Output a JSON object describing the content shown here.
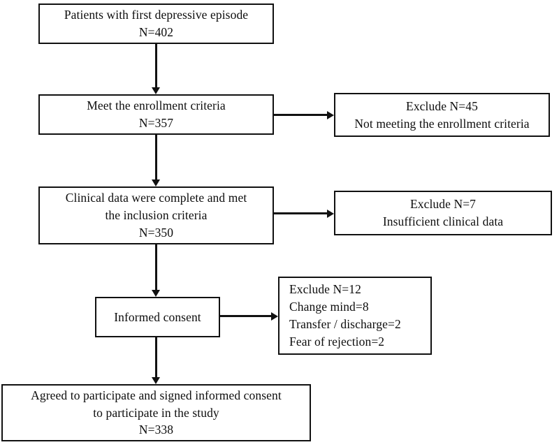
{
  "figure": {
    "type": "flowchart",
    "orientation": "top-to-bottom",
    "colors": {
      "box_border": "#111111",
      "box_fill": "#ffffff",
      "connector": "#111111",
      "text": "#0d0d0d"
    },
    "nodes": [
      {
        "id": "enrolled-total",
        "align": "center",
        "lines": [
          "Patients with first depressive episode",
          "N=402"
        ]
      },
      {
        "id": "meets-enrollment-criteria",
        "align": "center",
        "lines": [
          "Meet the enrollment criteria",
          "N=357"
        ]
      },
      {
        "id": "excluded-enrollment-criteria",
        "align": "center",
        "lines": [
          "Exclude N=45",
          "Not meeting the enrollment criteria"
        ]
      },
      {
        "id": "clinical-data-complete",
        "align": "center",
        "lines": [
          "Clinical data were complete and met",
          "the inclusion criteria",
          "N=350"
        ]
      },
      {
        "id": "excluded-insufficient-data",
        "align": "center",
        "lines": [
          "Exclude N=7",
          "Insufficient clinical data"
        ]
      },
      {
        "id": "informed-consent",
        "align": "center",
        "lines": [
          "Informed consent"
        ]
      },
      {
        "id": "excluded-consent-reasons",
        "align": "left",
        "lines": [
          "Exclude N=12",
          "Change mind=8",
          "Transfer / discharge=2",
          "Fear of rejection=2"
        ]
      },
      {
        "id": "final-cohort",
        "align": "center",
        "lines": [
          "Agreed to participate and signed informed consent",
          "to participate in the study",
          "N=338"
        ]
      }
    ],
    "edges": [
      {
        "from": "enrolled-total",
        "to": "meets-enrollment-criteria",
        "direction": "down"
      },
      {
        "from": "meets-enrollment-criteria",
        "to": "excluded-enrollment-criteria",
        "direction": "right"
      },
      {
        "from": "meets-enrollment-criteria",
        "to": "clinical-data-complete",
        "direction": "down"
      },
      {
        "from": "clinical-data-complete",
        "to": "excluded-insufficient-data",
        "direction": "right"
      },
      {
        "from": "clinical-data-complete",
        "to": "informed-consent",
        "direction": "down"
      },
      {
        "from": "informed-consent",
        "to": "excluded-consent-reasons",
        "direction": "right"
      },
      {
        "from": "informed-consent",
        "to": "final-cohort",
        "direction": "down"
      }
    ]
  }
}
